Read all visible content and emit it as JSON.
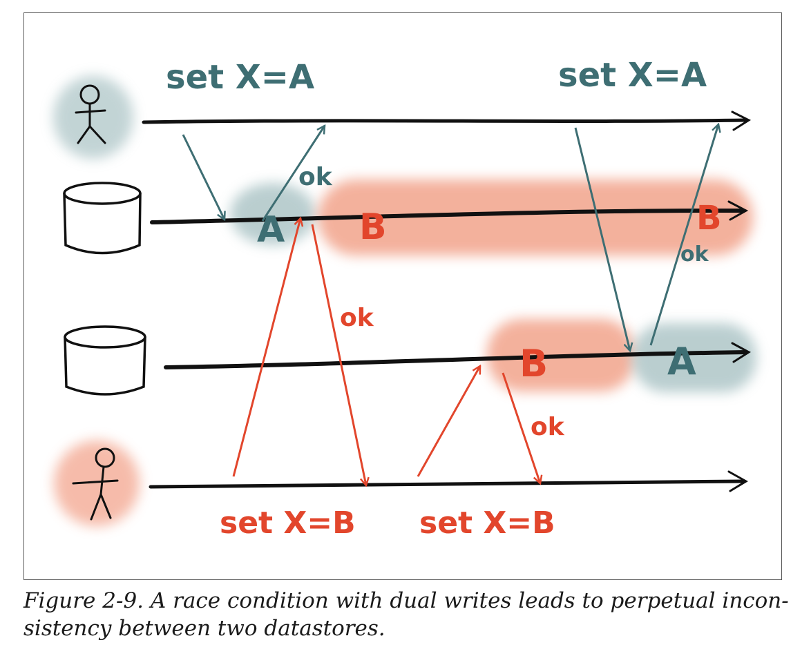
{
  "labels": {
    "client_a_write_1": "set X=A",
    "client_a_write_2": "set X=A",
    "client_b_write_1": "set X=B",
    "client_b_write_2": "set X=B",
    "ack_1": "ok",
    "ack_2": "ok",
    "ack_3": "ok",
    "ack_4": "ok",
    "store1_value_a": "A",
    "store1_value_b_1": "B",
    "store1_value_b_2": "B",
    "store2_value_b": "B",
    "store2_value_a": "A"
  },
  "caption": {
    "line1": "Figure 2-9. A race condition with dual writes leads to perpetual incon-",
    "line2": "sistency between two datastores."
  },
  "colors": {
    "client_a": "#3e6e73",
    "client_b": "#e2462c",
    "timeline": "#111111"
  }
}
